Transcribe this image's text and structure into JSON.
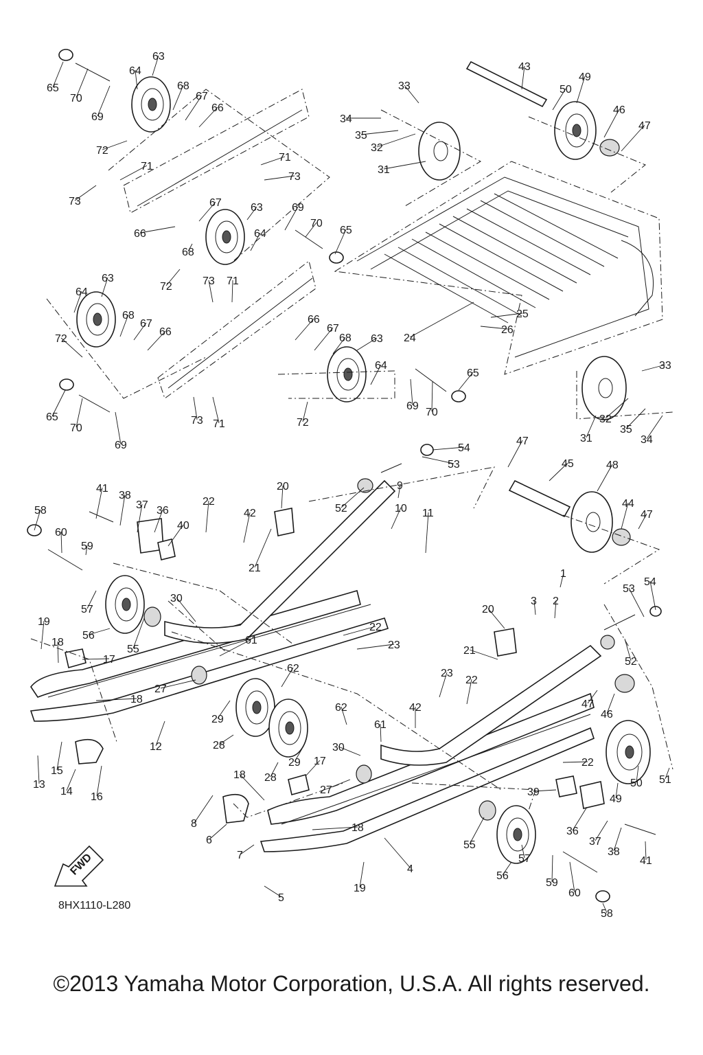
{
  "diagram": {
    "code": "8HX1110-L280",
    "fwd_label": "FWD",
    "part_numbers": [
      "1",
      "2",
      "3",
      "4",
      "5",
      "6",
      "7",
      "8",
      "9",
      "10",
      "11",
      "12",
      "13",
      "14",
      "15",
      "16",
      "17",
      "18",
      "19",
      "20",
      "21",
      "22",
      "23",
      "24",
      "25",
      "26",
      "27",
      "28",
      "29",
      "30",
      "31",
      "32",
      "33",
      "34",
      "35",
      "36",
      "37",
      "38",
      "39",
      "40",
      "41",
      "42",
      "43",
      "44",
      "45",
      "46",
      "47",
      "48",
      "49",
      "50",
      "51",
      "52",
      "53",
      "54",
      "55",
      "56",
      "57",
      "58",
      "59",
      "60",
      "61",
      "62",
      "63",
      "64",
      "65",
      "66",
      "67",
      "68",
      "69",
      "70",
      "71",
      "72",
      "73"
    ]
  },
  "footer": {
    "copyright": "©2013 Yamaha Motor Corporation, U.S.A. All rights reserved."
  }
}
